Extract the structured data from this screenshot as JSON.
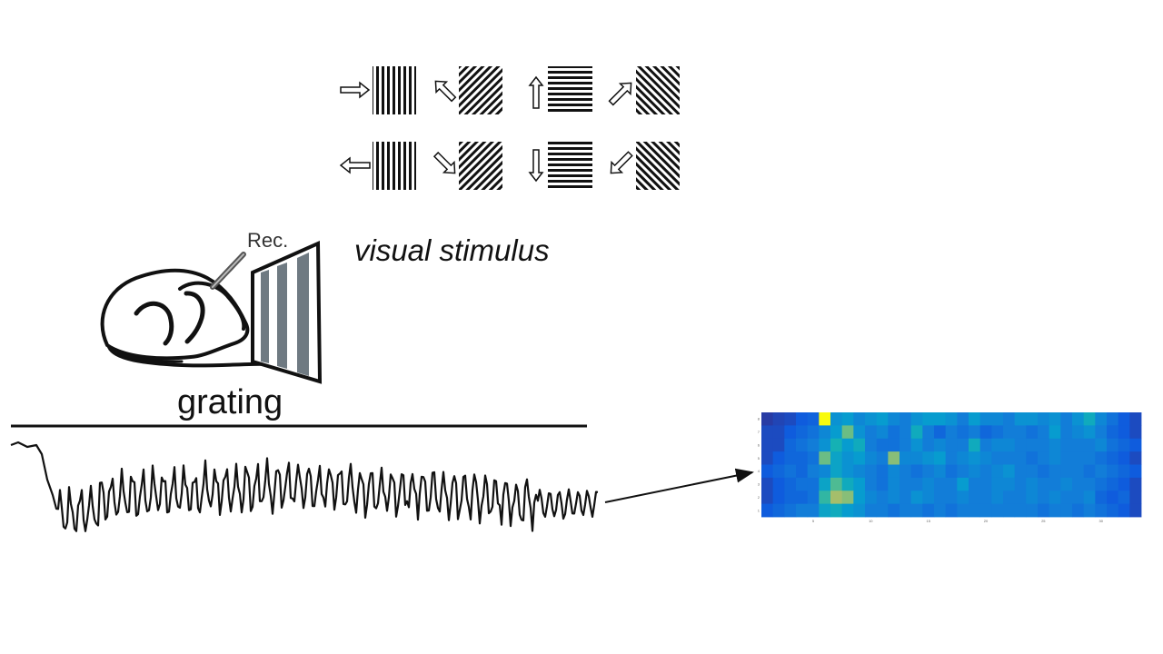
{
  "labels": {
    "rec": "Rec.",
    "visual_stimulus": "visual stimulus",
    "grating": "grating"
  },
  "stimulus_set": {
    "top_row": [
      {
        "arrow": "right",
        "grating": "vertical"
      },
      {
        "arrow": "up-left",
        "grating": "diagonal-rising"
      },
      {
        "arrow": "up",
        "grating": "horizontal"
      },
      {
        "arrow": "up-right",
        "grating": "diagonal-falling"
      }
    ],
    "bottom_row": [
      {
        "arrow": "left",
        "grating": "vertical"
      },
      {
        "arrow": "down-right",
        "grating": "diagonal-rising"
      },
      {
        "arrow": "down",
        "grating": "horizontal"
      },
      {
        "arrow": "down-left",
        "grating": "diagonal-falling"
      }
    ]
  },
  "colors": {
    "ink": "#111111",
    "screen_bars": "#6f7a82",
    "heatmap_colormap": "parula"
  },
  "chart_data": {
    "type": "heatmap",
    "rows": 8,
    "cols": 33,
    "x_ticks": [
      "5",
      "10",
      "15",
      "20",
      "25",
      "30"
    ],
    "y_ticks": [
      "1",
      "2",
      "3",
      "4",
      "5",
      "6",
      "7",
      "8"
    ],
    "values_0to1": [
      [
        0.05,
        0.08,
        0.1,
        0.15,
        0.18,
        1.0,
        0.4,
        0.45,
        0.35,
        0.4,
        0.45,
        0.35,
        0.3,
        0.4,
        0.45,
        0.45,
        0.4,
        0.3,
        0.45,
        0.35,
        0.35,
        0.3,
        0.4,
        0.4,
        0.35,
        0.4,
        0.3,
        0.4,
        0.55,
        0.35,
        0.25,
        0.15,
        0.1
      ],
      [
        0.1,
        0.1,
        0.15,
        0.2,
        0.25,
        0.35,
        0.45,
        0.75,
        0.4,
        0.3,
        0.35,
        0.25,
        0.3,
        0.55,
        0.3,
        0.2,
        0.3,
        0.25,
        0.3,
        0.2,
        0.25,
        0.3,
        0.3,
        0.25,
        0.3,
        0.45,
        0.3,
        0.35,
        0.4,
        0.3,
        0.2,
        0.15,
        0.1
      ],
      [
        0.1,
        0.1,
        0.2,
        0.25,
        0.3,
        0.4,
        0.6,
        0.45,
        0.55,
        0.3,
        0.25,
        0.25,
        0.3,
        0.4,
        0.3,
        0.35,
        0.3,
        0.3,
        0.55,
        0.3,
        0.35,
        0.35,
        0.3,
        0.3,
        0.3,
        0.35,
        0.3,
        0.3,
        0.3,
        0.35,
        0.25,
        0.2,
        0.15
      ],
      [
        0.1,
        0.15,
        0.2,
        0.2,
        0.25,
        0.75,
        0.5,
        0.4,
        0.45,
        0.35,
        0.3,
        0.8,
        0.35,
        0.35,
        0.4,
        0.45,
        0.3,
        0.35,
        0.4,
        0.35,
        0.3,
        0.3,
        0.3,
        0.25,
        0.3,
        0.35,
        0.3,
        0.3,
        0.3,
        0.25,
        0.2,
        0.15,
        0.1
      ],
      [
        0.15,
        0.2,
        0.25,
        0.2,
        0.3,
        0.35,
        0.5,
        0.4,
        0.35,
        0.3,
        0.25,
        0.35,
        0.3,
        0.25,
        0.3,
        0.35,
        0.25,
        0.3,
        0.35,
        0.3,
        0.35,
        0.4,
        0.3,
        0.3,
        0.25,
        0.3,
        0.3,
        0.3,
        0.25,
        0.3,
        0.25,
        0.2,
        0.15
      ],
      [
        0.1,
        0.15,
        0.2,
        0.25,
        0.25,
        0.5,
        0.7,
        0.55,
        0.45,
        0.3,
        0.25,
        0.35,
        0.3,
        0.3,
        0.35,
        0.3,
        0.3,
        0.45,
        0.3,
        0.3,
        0.35,
        0.35,
        0.3,
        0.35,
        0.3,
        0.3,
        0.35,
        0.3,
        0.3,
        0.25,
        0.2,
        0.15,
        0.1
      ],
      [
        0.1,
        0.15,
        0.2,
        0.2,
        0.25,
        0.65,
        0.85,
        0.8,
        0.45,
        0.35,
        0.3,
        0.35,
        0.3,
        0.4,
        0.35,
        0.3,
        0.3,
        0.35,
        0.3,
        0.3,
        0.35,
        0.3,
        0.3,
        0.35,
        0.3,
        0.35,
        0.3,
        0.3,
        0.35,
        0.2,
        0.15,
        0.2,
        0.1
      ],
      [
        0.15,
        0.2,
        0.25,
        0.3,
        0.3,
        0.5,
        0.55,
        0.45,
        0.4,
        0.3,
        0.3,
        0.25,
        0.3,
        0.3,
        0.25,
        0.3,
        0.25,
        0.3,
        0.3,
        0.3,
        0.3,
        0.3,
        0.3,
        0.3,
        0.25,
        0.3,
        0.3,
        0.25,
        0.3,
        0.25,
        0.2,
        0.15,
        0.1
      ]
    ]
  }
}
